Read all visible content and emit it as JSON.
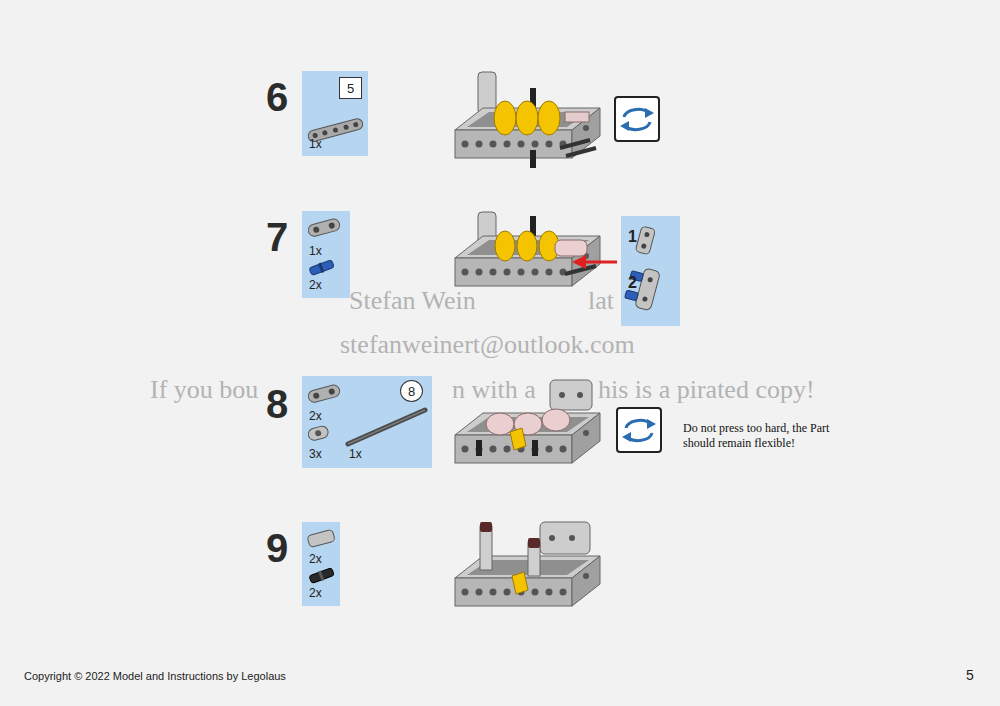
{
  "diagram": {
    "nodes": [
      {
        "text": [
          "1x"
        ]
      },
      {
        "text": [
          "5"
        ],
        "in": 0
      },
      {
        "text": [
          "1x",
          "2x"
        ]
      },
      {
        "text": [
          "1",
          "2"
        ]
      },
      {
        "text": [
          "2x",
          "3x",
          "1x"
        ]
      },
      {
        "text": [
          "8"
        ],
        "in": 4
      },
      {
        "text": [
          "2x",
          "2x"
        ]
      }
    ],
    "labels": [
      "6",
      "7",
      "Stefan Wein",
      "lat",
      "stefanweinert@outlook.com",
      "If you bou",
      "8",
      "n with a",
      "his is a pirated copy!",
      "Do not press too hard, the Part should remain flexible!",
      "9",
      "Copyright © 2022 Model and Instructions by Legolaus",
      "5"
    ]
  }
}
